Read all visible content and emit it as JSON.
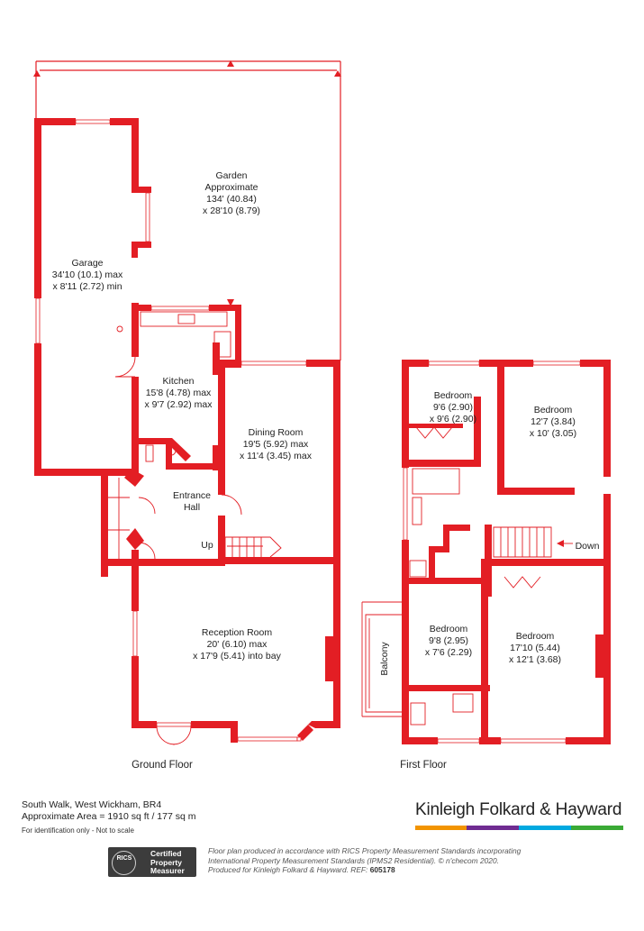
{
  "rooms": {
    "garden": {
      "name": "Garden",
      "line1": "Approximate",
      "line2": "134' (40.84)",
      "line3": "x 28'10 (8.79)"
    },
    "garage": {
      "name": "Garage",
      "line1": "34'10 (10.1) max",
      "line2": "x 8'11 (2.72) min"
    },
    "kitchen": {
      "name": "Kitchen",
      "line1": "15'8 (4.78) max",
      "line2": "x 9'7 (2.92) max"
    },
    "dining": {
      "name": "Dining Room",
      "line1": "19'5 (5.92) max",
      "line2": "x 11'4 (3.45) max"
    },
    "entrance": {
      "line1": "Entrance",
      "line2": "Hall"
    },
    "reception": {
      "name": "Reception Room",
      "line1": "20' (6.10) max",
      "line2": "x 17'9 (5.41)  into bay"
    },
    "bedroom1": {
      "name": "Bedroom",
      "line1": "9'6 (2.90)",
      "line2": "x 9'6 (2.90)"
    },
    "bedroom2": {
      "name": "Bedroom",
      "line1": "12'7 (3.84)",
      "line2": "x 10' (3.05)"
    },
    "bedroom3": {
      "name": "Bedroom",
      "line1": "9'8 (2.95)",
      "line2": "x 7'6 (2.29)"
    },
    "bedroom4": {
      "name": "Bedroom",
      "line1": "17'10 (5.44)",
      "line2": "x 12'1 (3.68)"
    },
    "balcony": {
      "name": "Balcony"
    }
  },
  "stairs": {
    "up": "Up",
    "down": "Down"
  },
  "floors": {
    "ground": "Ground Floor",
    "first": "First Floor"
  },
  "footer": {
    "address": "South Walk, West Wickham, BR4",
    "area": "Approximate Area = 1910 sq ft / 177 sq m",
    "note": "For identification only - Not to scale",
    "brand": "Kinleigh Folkard & Hayward",
    "brand_colors": [
      "#f29400",
      "#6f2c91",
      "#00a9e0",
      "#3aaa35"
    ],
    "rics_mono": "RICS",
    "rics_line1": "Certified",
    "rics_line2": "Property",
    "rics_line3": "Measurer",
    "disclaimer_1": "Floor plan produced in accordance with RICS Property Measurement Standards incorporating",
    "disclaimer_2": "International Property Measurement Standards (IPMS2 Residential).  © n'checom 2020.",
    "disclaimer_3": "Produced for Kinleigh Folkard & Hayward.   REF:",
    "ref": "605178"
  },
  "colors": {
    "wall": "#e31e24",
    "text": "#222222"
  }
}
